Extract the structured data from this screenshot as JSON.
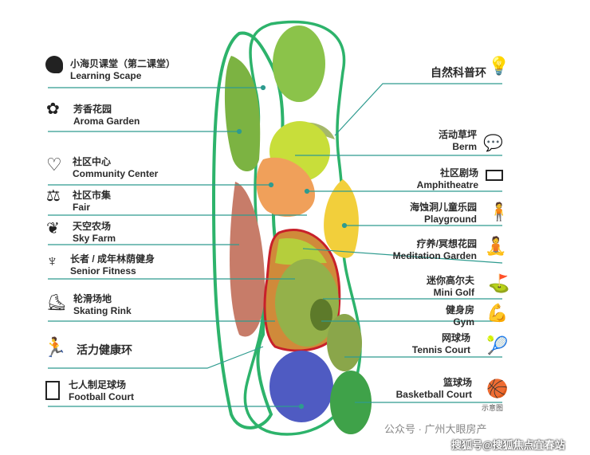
{
  "left_labels": [
    {
      "zh": "小海贝课堂（第二课堂）",
      "en": "Learning Scape",
      "icon": "head-icon"
    },
    {
      "zh": "芳香花园",
      "en": "Aroma Garden",
      "icon": "flower-hand-icon"
    },
    {
      "zh": "社区中心",
      "en": "Community Center",
      "icon": "heart-pulse-icon"
    },
    {
      "zh": "社区市集",
      "en": "Fair",
      "icon": "scale-icon"
    },
    {
      "zh": "天空农场",
      "en": "Sky Farm",
      "icon": "sprout-icon"
    },
    {
      "zh": "长者 / 成年林荫健身",
      "en": "Senior Fitness",
      "icon": "weightlifter-icon"
    },
    {
      "zh": "轮滑场地",
      "en": "Skating Rink",
      "icon": "skater-icon"
    },
    {
      "zh": "活力健康环",
      "en": "",
      "icon": "runner-icon"
    },
    {
      "zh": "七人制足球场",
      "en": "Football Court",
      "icon": "football-field-icon"
    }
  ],
  "right_labels": [
    {
      "zh": "自然科普环",
      "en": "",
      "icon": "lightbulb-icon"
    },
    {
      "zh": "活动草坪",
      "en": "Berm",
      "icon": "chat-icon"
    },
    {
      "zh": "社区剧场",
      "en": "Amphitheatre",
      "icon": "theatre-icon"
    },
    {
      "zh": "海蚀洞儿童乐园",
      "en": "Playground",
      "icon": "child-icon"
    },
    {
      "zh": "疗养/冥想花园",
      "en": "Meditation Garden",
      "icon": "meditation-icon"
    },
    {
      "zh": "迷你高尔夫",
      "en": "Mini Golf",
      "icon": "golf-icon"
    },
    {
      "zh": "健身房",
      "en": "Gym",
      "icon": "muscle-icon"
    },
    {
      "zh": "网球场",
      "en": "Tennis Court",
      "icon": "tennis-icon"
    },
    {
      "zh": "篮球场",
      "en": "Basketball Court",
      "icon": "basketball-icon"
    }
  ],
  "note": "示意图",
  "watermark": "公众号 · 广州大眼房产",
  "watermark2": "搜狐号@搜狐焦点宜春站",
  "colors": {
    "ring": "#2db36b",
    "line": "#2e9b8f",
    "text": "#2b2b2b",
    "highlight": "#c8202a"
  }
}
